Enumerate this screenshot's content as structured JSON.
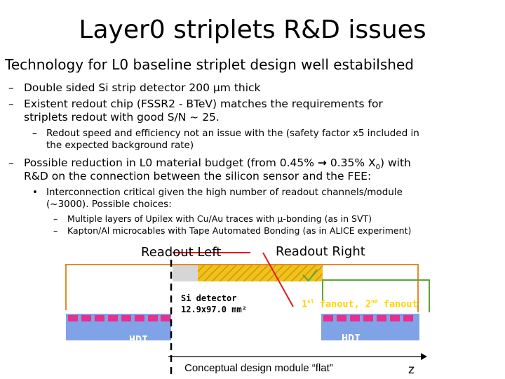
{
  "slide": {
    "title": "Layer0 striplets R&D issues",
    "subtitle": "Technology for L0 baseline striplet design well estabilshed",
    "bullets": {
      "b1": "Double sided Si strip detector 200 µm thick",
      "b2_l1": "Existent redout chip (FSSR2 - BTeV) matches the requirements for",
      "b2_l2": "striplets redout with good S/N ~ 25.",
      "b2a_l1": "Redout speed and efficiency not an issue with the (safety factor x5 included in",
      "b2a_l2": "the expected background rate)",
      "b3_l1_pre": "Possible reduction in L0 material budget (from 0.45% ",
      "b3_arrow": "→",
      "b3_l1_mid": " 0.35% X",
      "b3_sub": "0",
      "b3_l1_post": ") with",
      "b3_l2": "R&D on the connection between the silicon sensor and the FEE:",
      "b3a_l1": "Interconnection critical given the high number of readout channels/module",
      "b3a_l2": "(~3000). Possible choices:",
      "b3a1": "Multiple layers of Upilex with Cu/Au traces with µ-bonding (as in SVT)",
      "b3a2": "Kapton/Al microcables with Tape Automated Bonding (as in ALICE experiment)"
    },
    "markers": {
      "dash": "–",
      "dot": "•"
    }
  },
  "diagram": {
    "readout_left": "Readout Left",
    "readout_right": "Readout Right",
    "si_detector_l1": "Si detector",
    "si_detector_l2": "12.9x97.0 mm²",
    "fanout_1": "1",
    "fanout_1_sup": "st",
    "fanout_mid": " fanout, 2",
    "fanout_2_sup": "nd",
    "fanout_end": " fanout",
    "hdi_left": "HDI",
    "hdi_right": "HDI",
    "caption": "Conceptual design module “flat”",
    "axis_z": "z",
    "colors": {
      "sensor_fill": "#f2c21a",
      "sensor_hatch": "#c59a0c",
      "hdi_fill": "#7fa3e6",
      "chip_fill": "#ea2d8e",
      "orange": "#e58a2a",
      "green": "#5aa63a",
      "red": "#e01818",
      "text_yellow": "#ffd400",
      "text_white": "#ffffff"
    }
  }
}
